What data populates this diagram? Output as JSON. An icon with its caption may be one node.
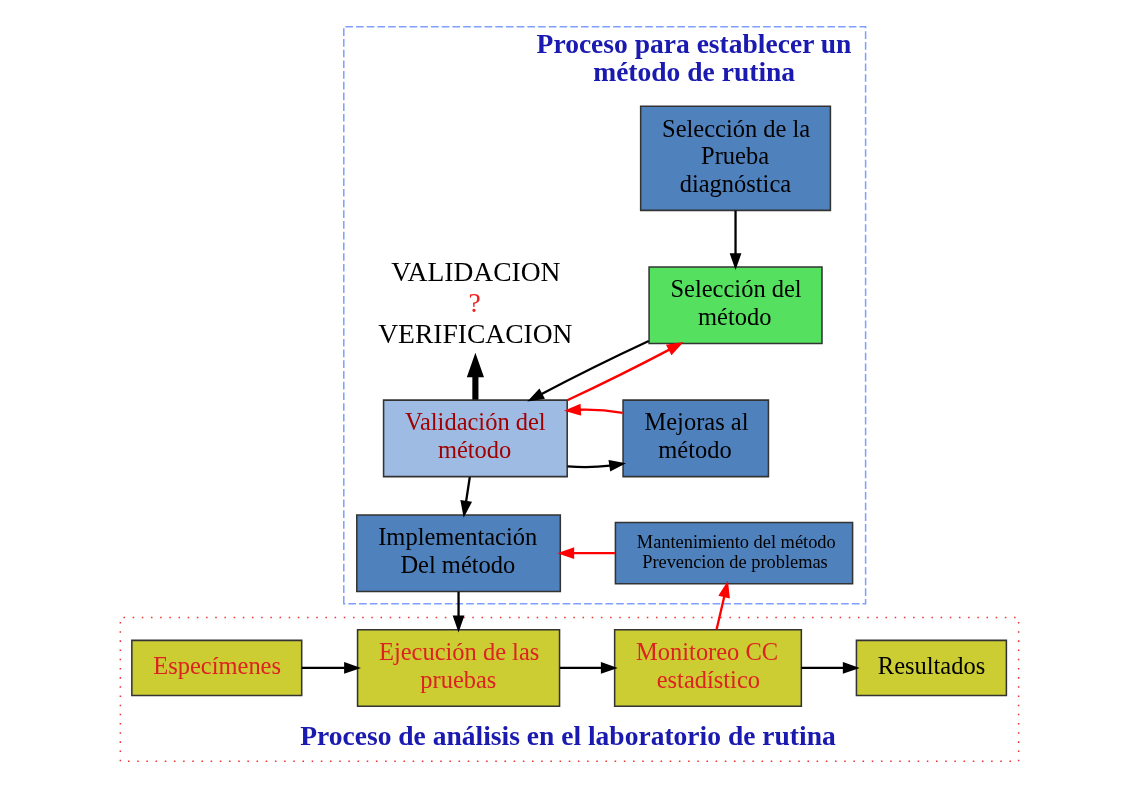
{
  "diagram": {
    "nodes": [
      {
        "text": [
          "Proceso para establecer un método de rutina"
        ]
      },
      {
        "text": [
          "Selección de la Prueba diagnóstica"
        ],
        "in": 0
      },
      {
        "text": [
          "Selección del método"
        ],
        "in": 0
      },
      {
        "text": [
          "Validación del método"
        ],
        "in": 0
      },
      {
        "text": [
          "Mejoras al método"
        ],
        "in": 0
      },
      {
        "text": [
          "Implementación Del método"
        ],
        "in": 0
      },
      {
        "text": [
          "Mantenimiento del método",
          "Prevencion de problemas"
        ],
        "in": 0
      },
      {
        "text": [
          "VALIDACION",
          "?",
          "VERIFICACION"
        ],
        "in": 0
      },
      {
        "text": [
          "Proceso de análisis en el laboratorio de rutina"
        ]
      },
      {
        "text": [
          "Especímenes"
        ],
        "in": 8
      },
      {
        "text": [
          "Ejecución de las pruebas"
        ],
        "in": 8
      },
      {
        "text": [
          "Monitoreo CC estadístico"
        ],
        "in": 8
      },
      {
        "text": [
          "Resultados"
        ],
        "in": 8
      }
    ],
    "edges": [
      {
        "from": 1,
        "to": 2,
        "arrow": "to"
      },
      {
        "from": 2,
        "to": 3,
        "arrow": "to"
      },
      {
        "from": 3,
        "to": 2,
        "arrow": "to",
        "color": "#ff0000"
      },
      {
        "from": 3,
        "to": 4,
        "arrow": "to"
      },
      {
        "from": 4,
        "to": 3,
        "arrow": "to",
        "color": "#ff0000"
      },
      {
        "from": 3,
        "to": 7,
        "arrow": "to",
        "style": "thick"
      },
      {
        "from": 3,
        "to": 5,
        "arrow": "to"
      },
      {
        "from": 6,
        "to": 5,
        "arrow": "to",
        "color": "#ff0000"
      },
      {
        "from": 5,
        "to": 10,
        "arrow": "to"
      },
      {
        "from": 9,
        "to": 10,
        "arrow": "to"
      },
      {
        "from": 10,
        "to": 11,
        "arrow": "to"
      },
      {
        "from": 11,
        "to": 12,
        "arrow": "to"
      },
      {
        "from": 11,
        "to": 6,
        "arrow": "to",
        "color": "#ff0000"
      }
    ]
  }
}
